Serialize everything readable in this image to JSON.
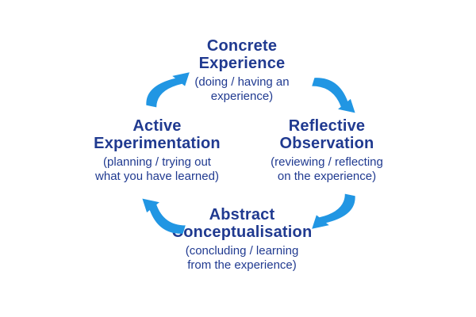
{
  "colors": {
    "heading": "#203a90",
    "subtitle": "#203a90",
    "arrow": "#2196e3",
    "background": "#ffffff"
  },
  "stages": [
    {
      "name": "concrete-experience",
      "title_lines": [
        "Concrete",
        "Experience"
      ],
      "subtitle_lines": [
        "(doing / having an",
        "experience)"
      ]
    },
    {
      "name": "reflective-observation",
      "title_lines": [
        "Reflective",
        "Observation"
      ],
      "subtitle_lines": [
        "(reviewing / reflecting",
        "on the experience)"
      ]
    },
    {
      "name": "abstract-conceptualisation",
      "title_lines": [
        "Abstract",
        "Conceptualisation"
      ],
      "subtitle_lines": [
        "(concluding / learning",
        "from the experience)"
      ]
    },
    {
      "name": "active-experimentation",
      "title_lines": [
        "Active",
        "Experimentation"
      ],
      "subtitle_lines": [
        "(planning / trying out",
        "what you have learned)"
      ]
    }
  ],
  "arrows": [
    {
      "name": "arrow-active-to-concrete",
      "direction": "up-right"
    },
    {
      "name": "arrow-concrete-to-reflective",
      "direction": "down-right"
    },
    {
      "name": "arrow-reflective-to-abstract",
      "direction": "down-left"
    },
    {
      "name": "arrow-abstract-to-active",
      "direction": "up-left"
    }
  ]
}
